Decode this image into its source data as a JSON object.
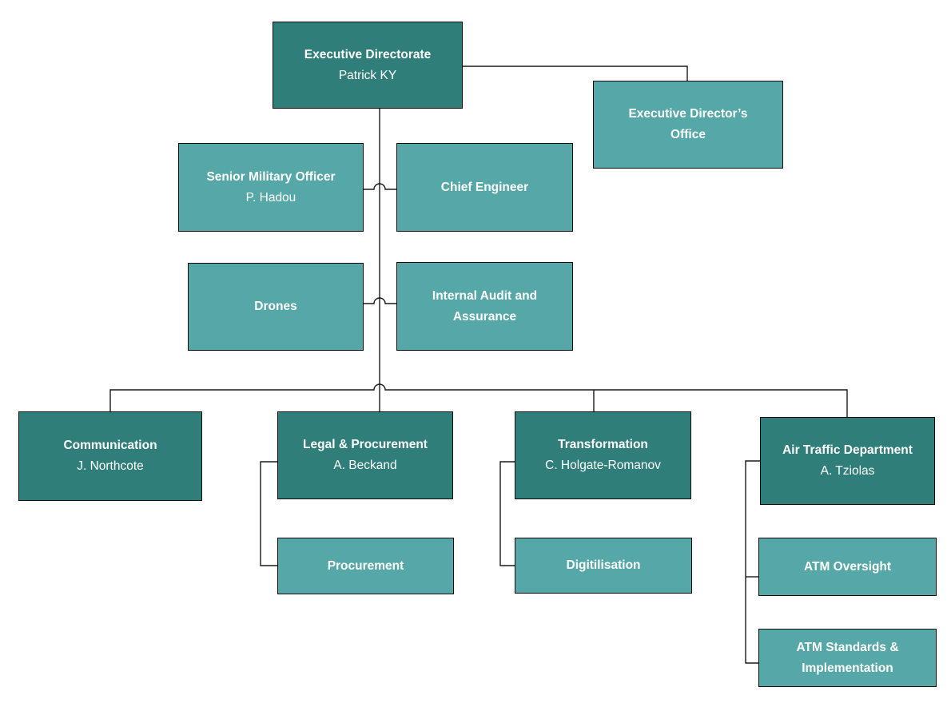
{
  "palette": {
    "node_dark_fill": "#2F7E7A",
    "node_light_fill": "#55A8A7",
    "node_border": "#0D0D0D",
    "connector_line": "#1A1A1A",
    "node_text": "#FFFFFF",
    "background": "#FFFFFF"
  },
  "nodes": {
    "exec_directorate": {
      "title": "Executive Directorate",
      "person": "Patrick KY"
    },
    "exec_office": {
      "title": "Executive Director’s Office"
    },
    "smo": {
      "title": "Senior Military Officer",
      "person": "P. Hadou"
    },
    "chief_engineer": {
      "title": "Chief Engineer"
    },
    "drones": {
      "title": "Drones"
    },
    "internal_audit": {
      "title": "Internal Audit and Assurance"
    },
    "communication": {
      "title": "Communication",
      "person": "J. Northcote"
    },
    "legal": {
      "title": "Legal & Procurement",
      "person": "A. Beckand"
    },
    "transformation": {
      "title": "Transformation",
      "person": "C. Holgate-Romanov"
    },
    "atd": {
      "title": "Air Traffic Department",
      "person": "A. Tziolas"
    },
    "procurement": {
      "title": "Procurement"
    },
    "digitilisation": {
      "title": "Digitilisation"
    },
    "atm_oversight": {
      "title": "ATM Oversight"
    },
    "atm_standards": {
      "title": "ATM Standards & Implementation"
    }
  }
}
